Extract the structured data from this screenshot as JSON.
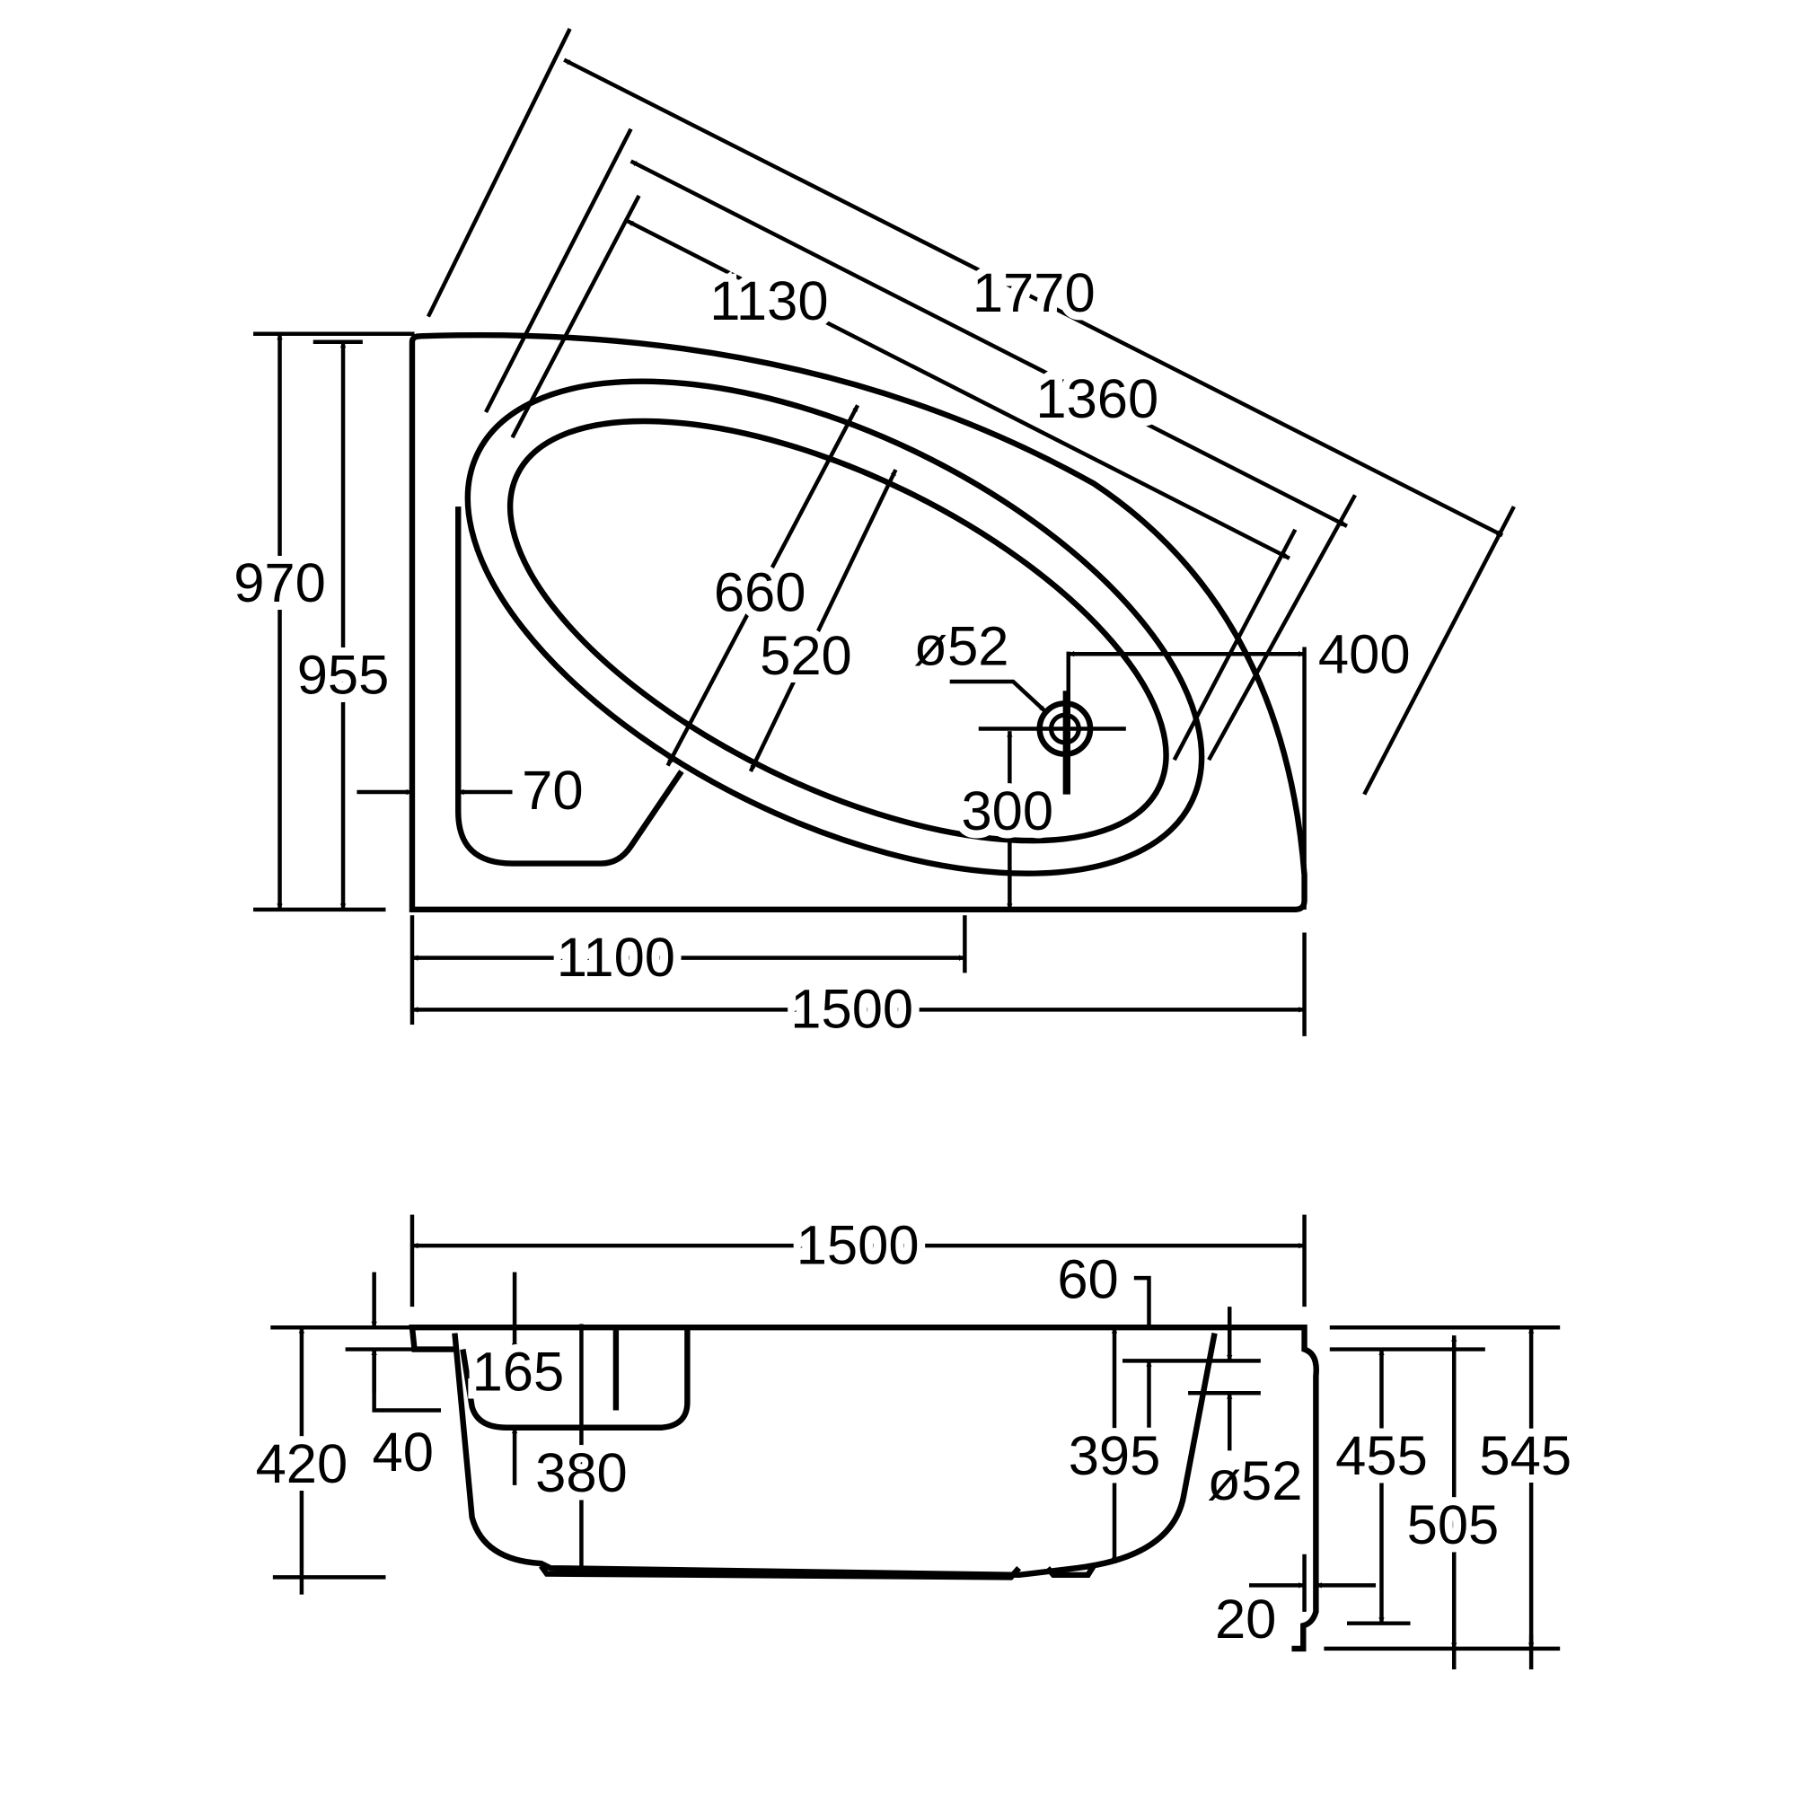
{
  "plan_view": {
    "labels": {
      "overall_diagonal": "1770",
      "inner_diagonal": "1360",
      "basin_diagonal": "1130",
      "depth_outer": "970",
      "depth_inner": "955",
      "basin_width_outer": "660",
      "basin_width_inner": "520",
      "drain_diameter": "ø52",
      "drain_offset_right": "400",
      "seat_offset": "70",
      "drain_offset_front": "300",
      "drain_position": "1100",
      "length": "1500"
    }
  },
  "section_view": {
    "labels": {
      "length": "1500",
      "overflow_offset": "60",
      "seat_depth": "165",
      "height_420": "420",
      "rim_thickness": "40",
      "depth_380": "380",
      "depth_395": "395",
      "overflow_diameter": "ø52",
      "height_455": "455",
      "height_545": "545",
      "height_505": "505",
      "panel_offset": "20"
    }
  }
}
